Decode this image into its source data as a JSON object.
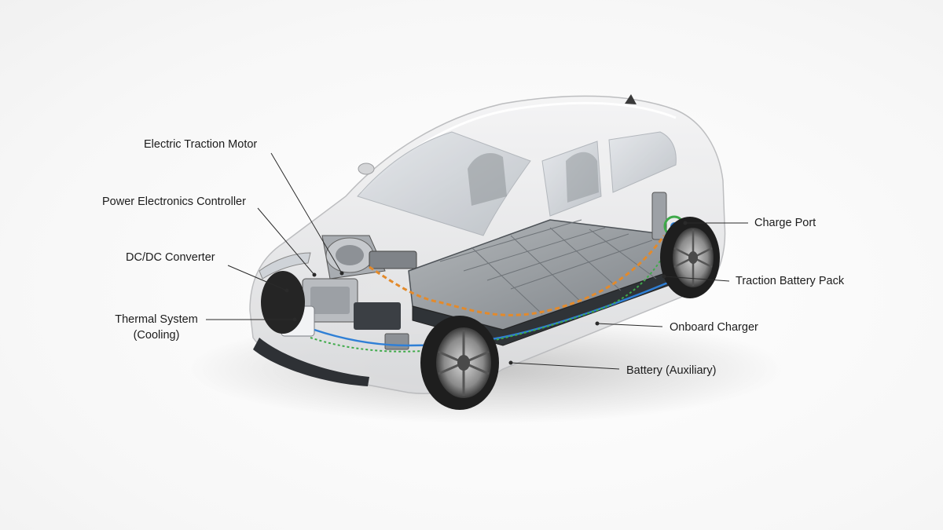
{
  "labels": {
    "traction_motor": "Electric Traction Motor",
    "power_electronics": "Power Electronics Controller",
    "dcdc_converter": "DC/DC Converter",
    "thermal_system_line1": "Thermal System",
    "thermal_system_line2": "(Cooling)",
    "charge_port": "Charge Port",
    "traction_battery": "Traction Battery Pack",
    "onboard_charger": "Onboard Charger",
    "aux_battery": "Battery (Auxiliary)"
  },
  "colors": {
    "body_paint": "#e9e9ea",
    "glass": "#c9ced3",
    "battery_cells": "#9aa0a4",
    "hv_cable": "#e38a2b",
    "coolant_line": "#2f7fd6",
    "signal_line": "#3faa4a",
    "tire": "#1e1e1e",
    "leader_line": "#2a2a2a"
  }
}
